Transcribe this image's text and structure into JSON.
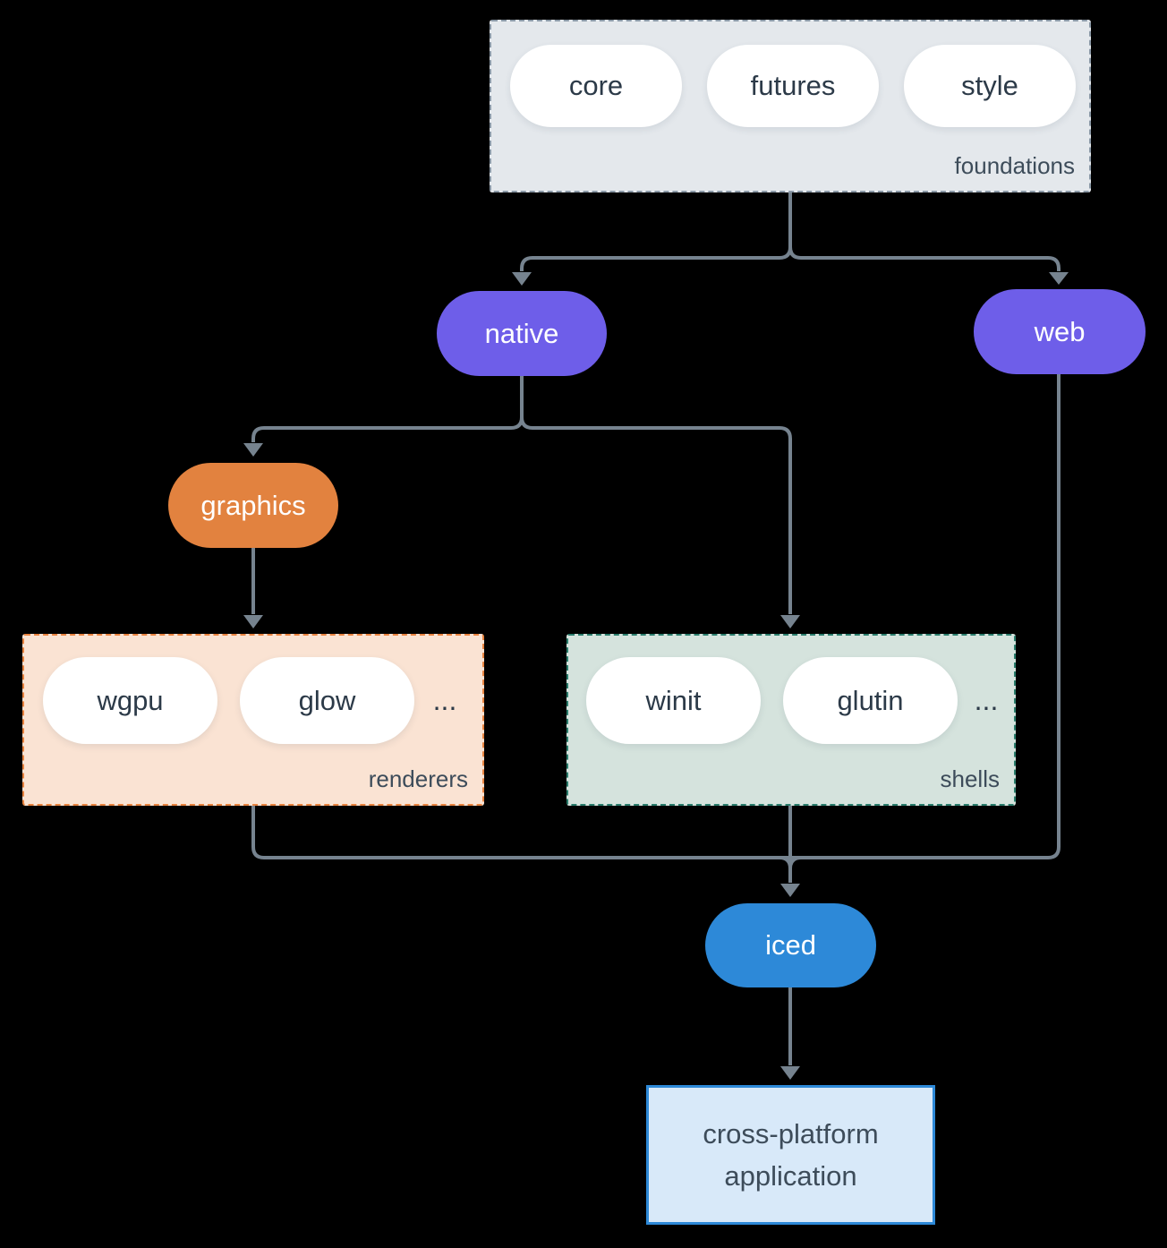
{
  "groups": {
    "foundations": {
      "label": "foundations",
      "pills": [
        "core",
        "futures",
        "style"
      ]
    },
    "renderers": {
      "label": "renderers",
      "pills": [
        "wgpu",
        "glow"
      ],
      "ellipsis": "..."
    },
    "shells": {
      "label": "shells",
      "pills": [
        "winit",
        "glutin"
      ],
      "ellipsis": "..."
    }
  },
  "nodes": {
    "native": "native",
    "web": "web",
    "graphics": "graphics",
    "iced": "iced",
    "app_line1": "cross-platform",
    "app_line2": "application"
  },
  "colors": {
    "background": "#000000",
    "arrow": "#76838f",
    "purple": "#6e5ee9",
    "orange": "#e2823f",
    "blue": "#2d89d8",
    "foundations_fill": "#e4e8ec",
    "foundations_border": "#8b99a7",
    "renderers_fill": "#fae3d3",
    "renderers_border": "#e8833f",
    "shells_fill": "#d5e3dd",
    "shells_border": "#2a7d6c",
    "app_fill": "#d8e9f9",
    "app_border": "#2d89d8",
    "pill_fill": "#ffffff",
    "text_dark": "#2c3a48",
    "label": "#3d4c5a"
  }
}
